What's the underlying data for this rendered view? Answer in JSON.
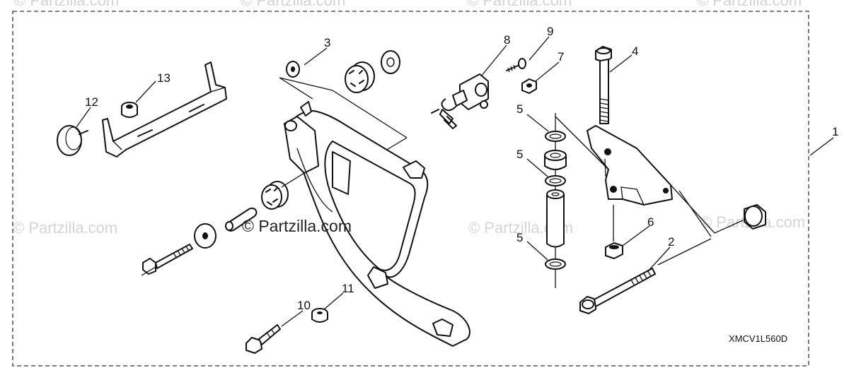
{
  "watermark": {
    "main": "© Partzilla.com",
    "faint_left": "© Partzilla.com",
    "faint_mid": "© Partzilla.com",
    "faint_right": "© Partzilla.com",
    "top_1": "© Partzilla.com",
    "top_2": "© Partzilla.com",
    "top_3": "© Partzilla.com",
    "top_4": "© Partzilla.com"
  },
  "diagram_code": "XMCV1L560D",
  "callouts": {
    "c1": "1",
    "c2": "2",
    "c3": "3",
    "c4": "4",
    "c5a": "5",
    "c5b": "5",
    "c5c": "5",
    "c6": "6",
    "c7": "7",
    "c8": "8",
    "c9": "9",
    "c10": "10",
    "c11": "11",
    "c12": "12",
    "c13": "13"
  },
  "colors": {
    "line": "#111111",
    "watermark": "#d4d4d4",
    "border": "#333333"
  }
}
